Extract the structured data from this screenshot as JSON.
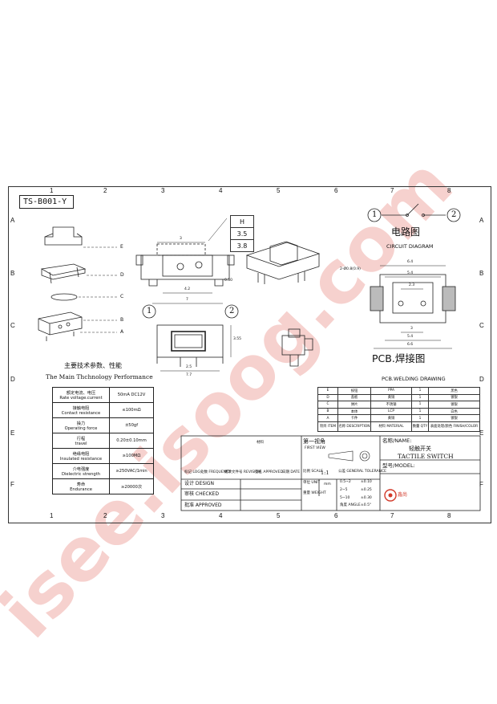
{
  "model_code": "TS-B001-Y",
  "grid": {
    "cols": [
      "1",
      "2",
      "3",
      "4",
      "5",
      "6",
      "7",
      "8"
    ],
    "rows": [
      "A",
      "B",
      "C",
      "D",
      "E",
      "F"
    ]
  },
  "height_table": {
    "header": "H",
    "values": [
      "3.5",
      "3.8"
    ]
  },
  "callouts": {
    "e": "E",
    "d": "D",
    "c": "C",
    "b": "B",
    "a": "A",
    "pin1": "1",
    "pin2": "2"
  },
  "dims": {
    "top_w": "3",
    "mid_w": "4.2",
    "full_w": "7",
    "dim_050": "0.50",
    "front_w": "2.5",
    "front_full": "7.7",
    "front_h": "3.55",
    "pcb_64": "6.4",
    "pcb_54": "5.4",
    "pcb_23": "2.3",
    "pcb_holes": "2-Ø0.8(0.9)",
    "pcb_3": "3",
    "pcb_54b": "5.4",
    "pcb_66": "6.6"
  },
  "circuit": {
    "title_cn": "电路图",
    "title_en": "CIRCUIT DIAGRAM",
    "pin1": "1",
    "pin2": "2"
  },
  "pcb": {
    "title_cn": "PCB.焊接图",
    "title_en": "PCB.WELDING DRAWING"
  },
  "specs": {
    "title_cn": "主要技术参数、性能",
    "title_en": "The Main Thchnology Performance",
    "rows": [
      {
        "cn": "额定电流、电压",
        "en": "Rate voltage.current",
        "value": "50mA DC12V"
      },
      {
        "cn": "接触电阻",
        "en": "Contact resistance",
        "value": "≤100mΩ"
      },
      {
        "cn": "操力",
        "en": "Operating force",
        "value": "±50gf"
      },
      {
        "cn": "行程",
        "en": "travel",
        "value": "0.20±0.10mm"
      },
      {
        "cn": "绝缘电阻",
        "en": "Insulated resistance",
        "value": "≥100MΩ"
      },
      {
        "cn": "介电强度",
        "en": "Dielectric strength",
        "value": "≥250VAC/1min"
      },
      {
        "cn": "寿命",
        "en": "Endurance",
        "value": "≥20000次"
      }
    ]
  },
  "bom": {
    "rows": [
      {
        "item": "E",
        "name": "按钮",
        "material": "PPA",
        "qty": "1",
        "finish": "黑色"
      },
      {
        "item": "D",
        "name": "盖板",
        "material": "黄铜",
        "qty": "1",
        "finish": "镀银"
      },
      {
        "item": "C",
        "name": "弹片",
        "material": "不锈钢",
        "qty": "1",
        "finish": "镀银"
      },
      {
        "item": "B",
        "name": "本体",
        "material": "LCP",
        "qty": "1",
        "finish": "白色"
      },
      {
        "item": "A",
        "name": "卡件",
        "material": "黄铜",
        "qty": "1",
        "finish": "镀银"
      }
    ],
    "header": {
      "item": "项目 ITEM",
      "name": "名称 DESCRIPTION",
      "material": "材料 MATERIAL",
      "qty": "数量 QTY",
      "finish": "表面处理/颜色 FINISH/COLOR"
    }
  },
  "title_block": {
    "first_view_cn": "第一视角",
    "first_view_en": "FIRST VIEW",
    "name_label": "名称/NAME:",
    "name_cn": "轻触开关",
    "name_en": "TACTILE SWITCH",
    "model_label": "型号/MODEL:",
    "rev_headers": [
      "标记 LOG",
      "处数 FREQUENCY",
      "更改文件号 REVISION",
      "签名 APPROVED",
      "日期 DATE"
    ],
    "scale_label": "比例 SCALE",
    "scale": "1:1",
    "unit_label": "单位 UNIT",
    "unit": "mm",
    "weight_label": "重量 WEIGHT",
    "tol_header": "公差 GENERAL TOLERANCE",
    "tolerances": [
      {
        "range": "0.5~2",
        "tol": "±0.10"
      },
      {
        "range": "2~5",
        "tol": "±0.25"
      },
      {
        "range": "5~10",
        "tol": "±0.30"
      },
      {
        "range": "角度 ANGLE",
        "tol": "±0.5°"
      }
    ],
    "design": "设计 DESIGN",
    "checked": "审核 CHECKED",
    "approved": "批准 APPROVED",
    "material_label": "材料",
    "logo_text": "鑫尚"
  },
  "watermark": "isee.isoog.com",
  "colors": {
    "watermark": "#f4c2be",
    "line": "#222222",
    "logo": "#d23a2a"
  }
}
